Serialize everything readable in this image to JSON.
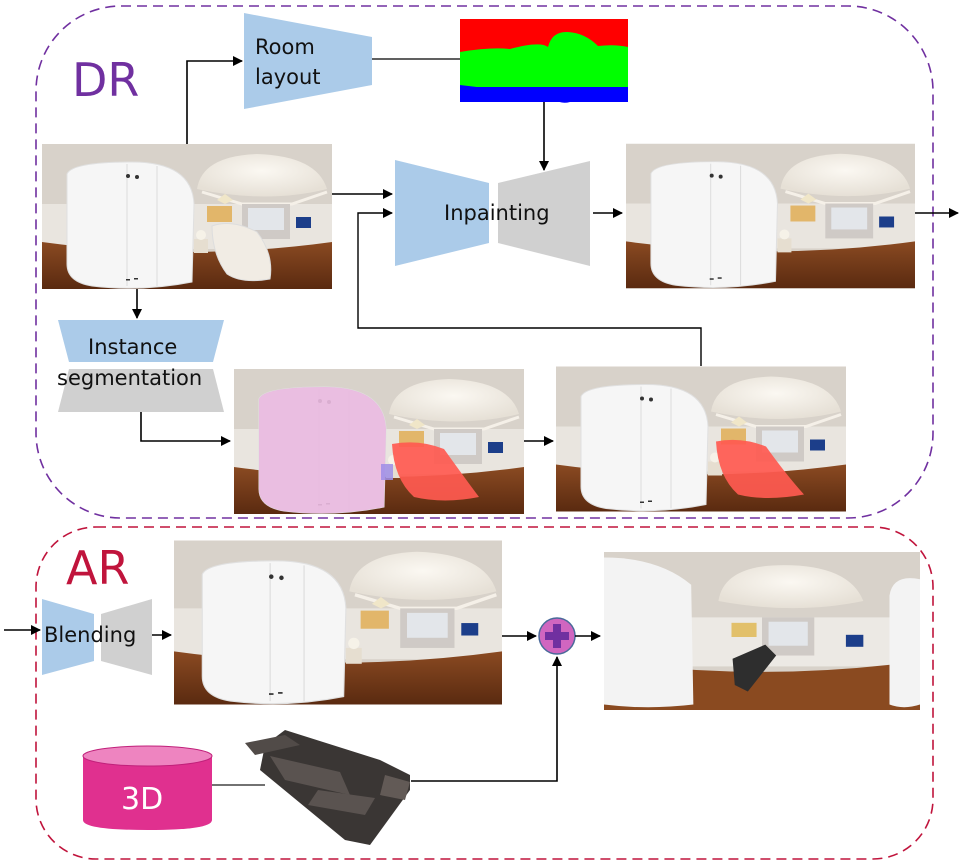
{
  "sections": {
    "dr": {
      "label": "DR",
      "color": "#7030a0"
    },
    "ar": {
      "label": "AR",
      "color": "#c0143c"
    }
  },
  "modules": {
    "room_layout": {
      "line1": "Room",
      "line2": "layout"
    },
    "inpainting": {
      "label": "Inpainting"
    },
    "instance_segmentation": {
      "line1": "Instance",
      "line2": "segmentation"
    },
    "blending": {
      "label": "Blending"
    }
  },
  "database": {
    "label": "3D",
    "color": "#e0308f"
  },
  "images": {
    "input_panorama": "Input 360° panorama of bedroom",
    "layout_map": "Room layout segmentation map (ceiling / wall / floor)",
    "inpainted_panorama": "Inpainted panorama without furniture",
    "instance_mask": "Panorama with instance masks (wardrobe, bed)",
    "selected_mask": "Panorama with selected object mask (bed)",
    "dr_output": "Diminished reality panorama",
    "ar_output": "Augmented panorama with inserted sofa",
    "sofa_model": "3D sofa model"
  },
  "colors": {
    "encoder": "#abcbe9",
    "decoder": "#d0d0d0",
    "layout_ceiling": "#ff0000",
    "layout_wall": "#00ff00",
    "layout_floor": "#0000ff",
    "plus_fill": "#d066c0",
    "plus_sign": "#7030a0"
  }
}
